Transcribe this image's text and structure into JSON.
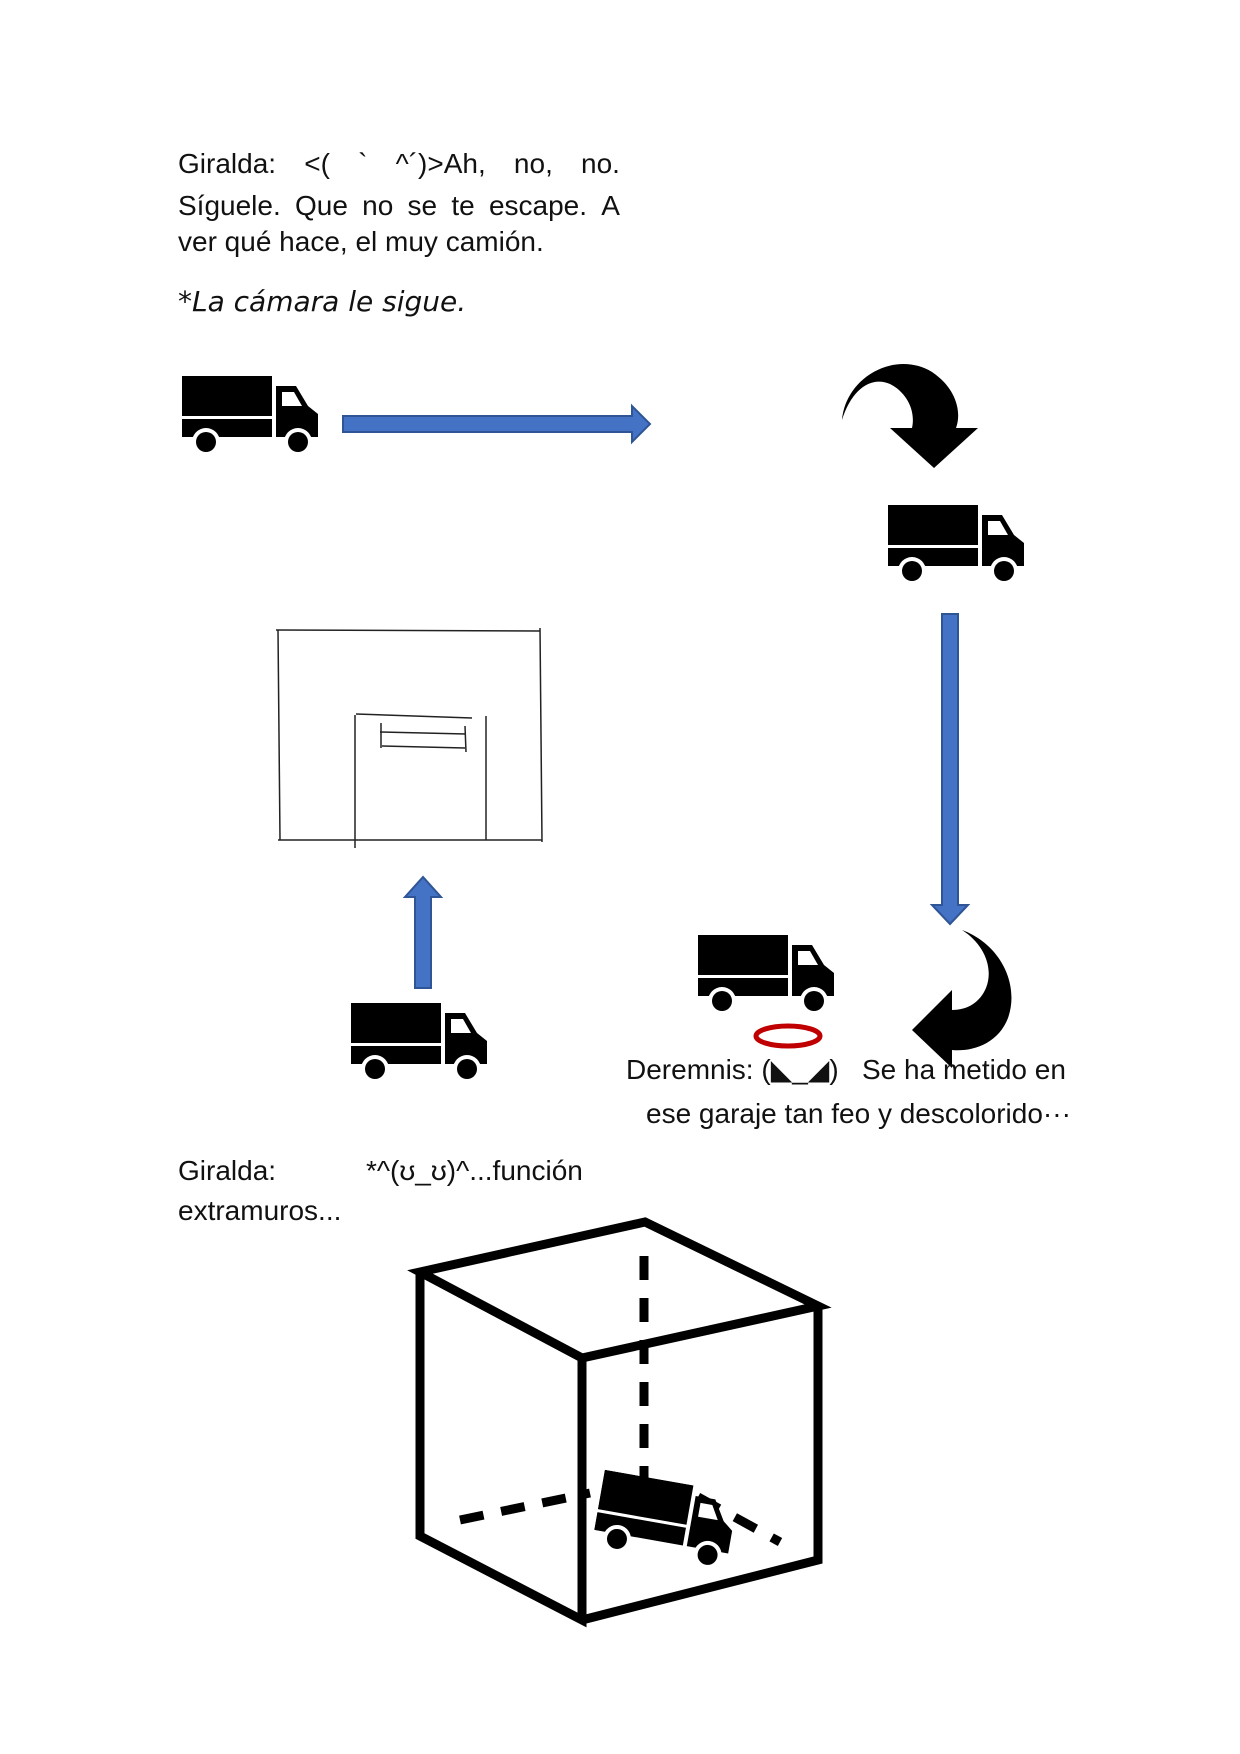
{
  "dialogue1": {
    "line1": [
      "Giralda:",
      "<(",
      "`",
      "^´)>Ah,",
      "no,",
      "no."
    ],
    "line2": [
      "Síguele.",
      "Que",
      "no",
      "se",
      "te",
      "escape.",
      "A"
    ],
    "line3": "ver qué hace, el muy camión."
  },
  "stage_direction": "*La cámara le sigue.",
  "deremnis": {
    "line1_prefix": "Deremnis: (",
    "line1_face": "◣_◢",
    "line1_suffix": ")   Se ha metido en",
    "line2": "ese garaje tan feo y descolorido···"
  },
  "dialogue2": {
    "speaker": "Giralda:",
    "face": "*^(ʊ_ʊ)^...función",
    "line2": "extramuros..."
  },
  "colors": {
    "arrow_fill": "#4472C4",
    "arrow_stroke": "#2F5597",
    "truck": "#000000",
    "halo": "#C00000"
  },
  "icons": {
    "truck": "truck-icon",
    "curved_arrow_down": "curved-arrow-down-icon",
    "curved_arrow_left": "curved-arrow-left-icon",
    "halo": "halo-icon",
    "garage_sketch": "garage-sketch",
    "cube": "cube-icon"
  }
}
